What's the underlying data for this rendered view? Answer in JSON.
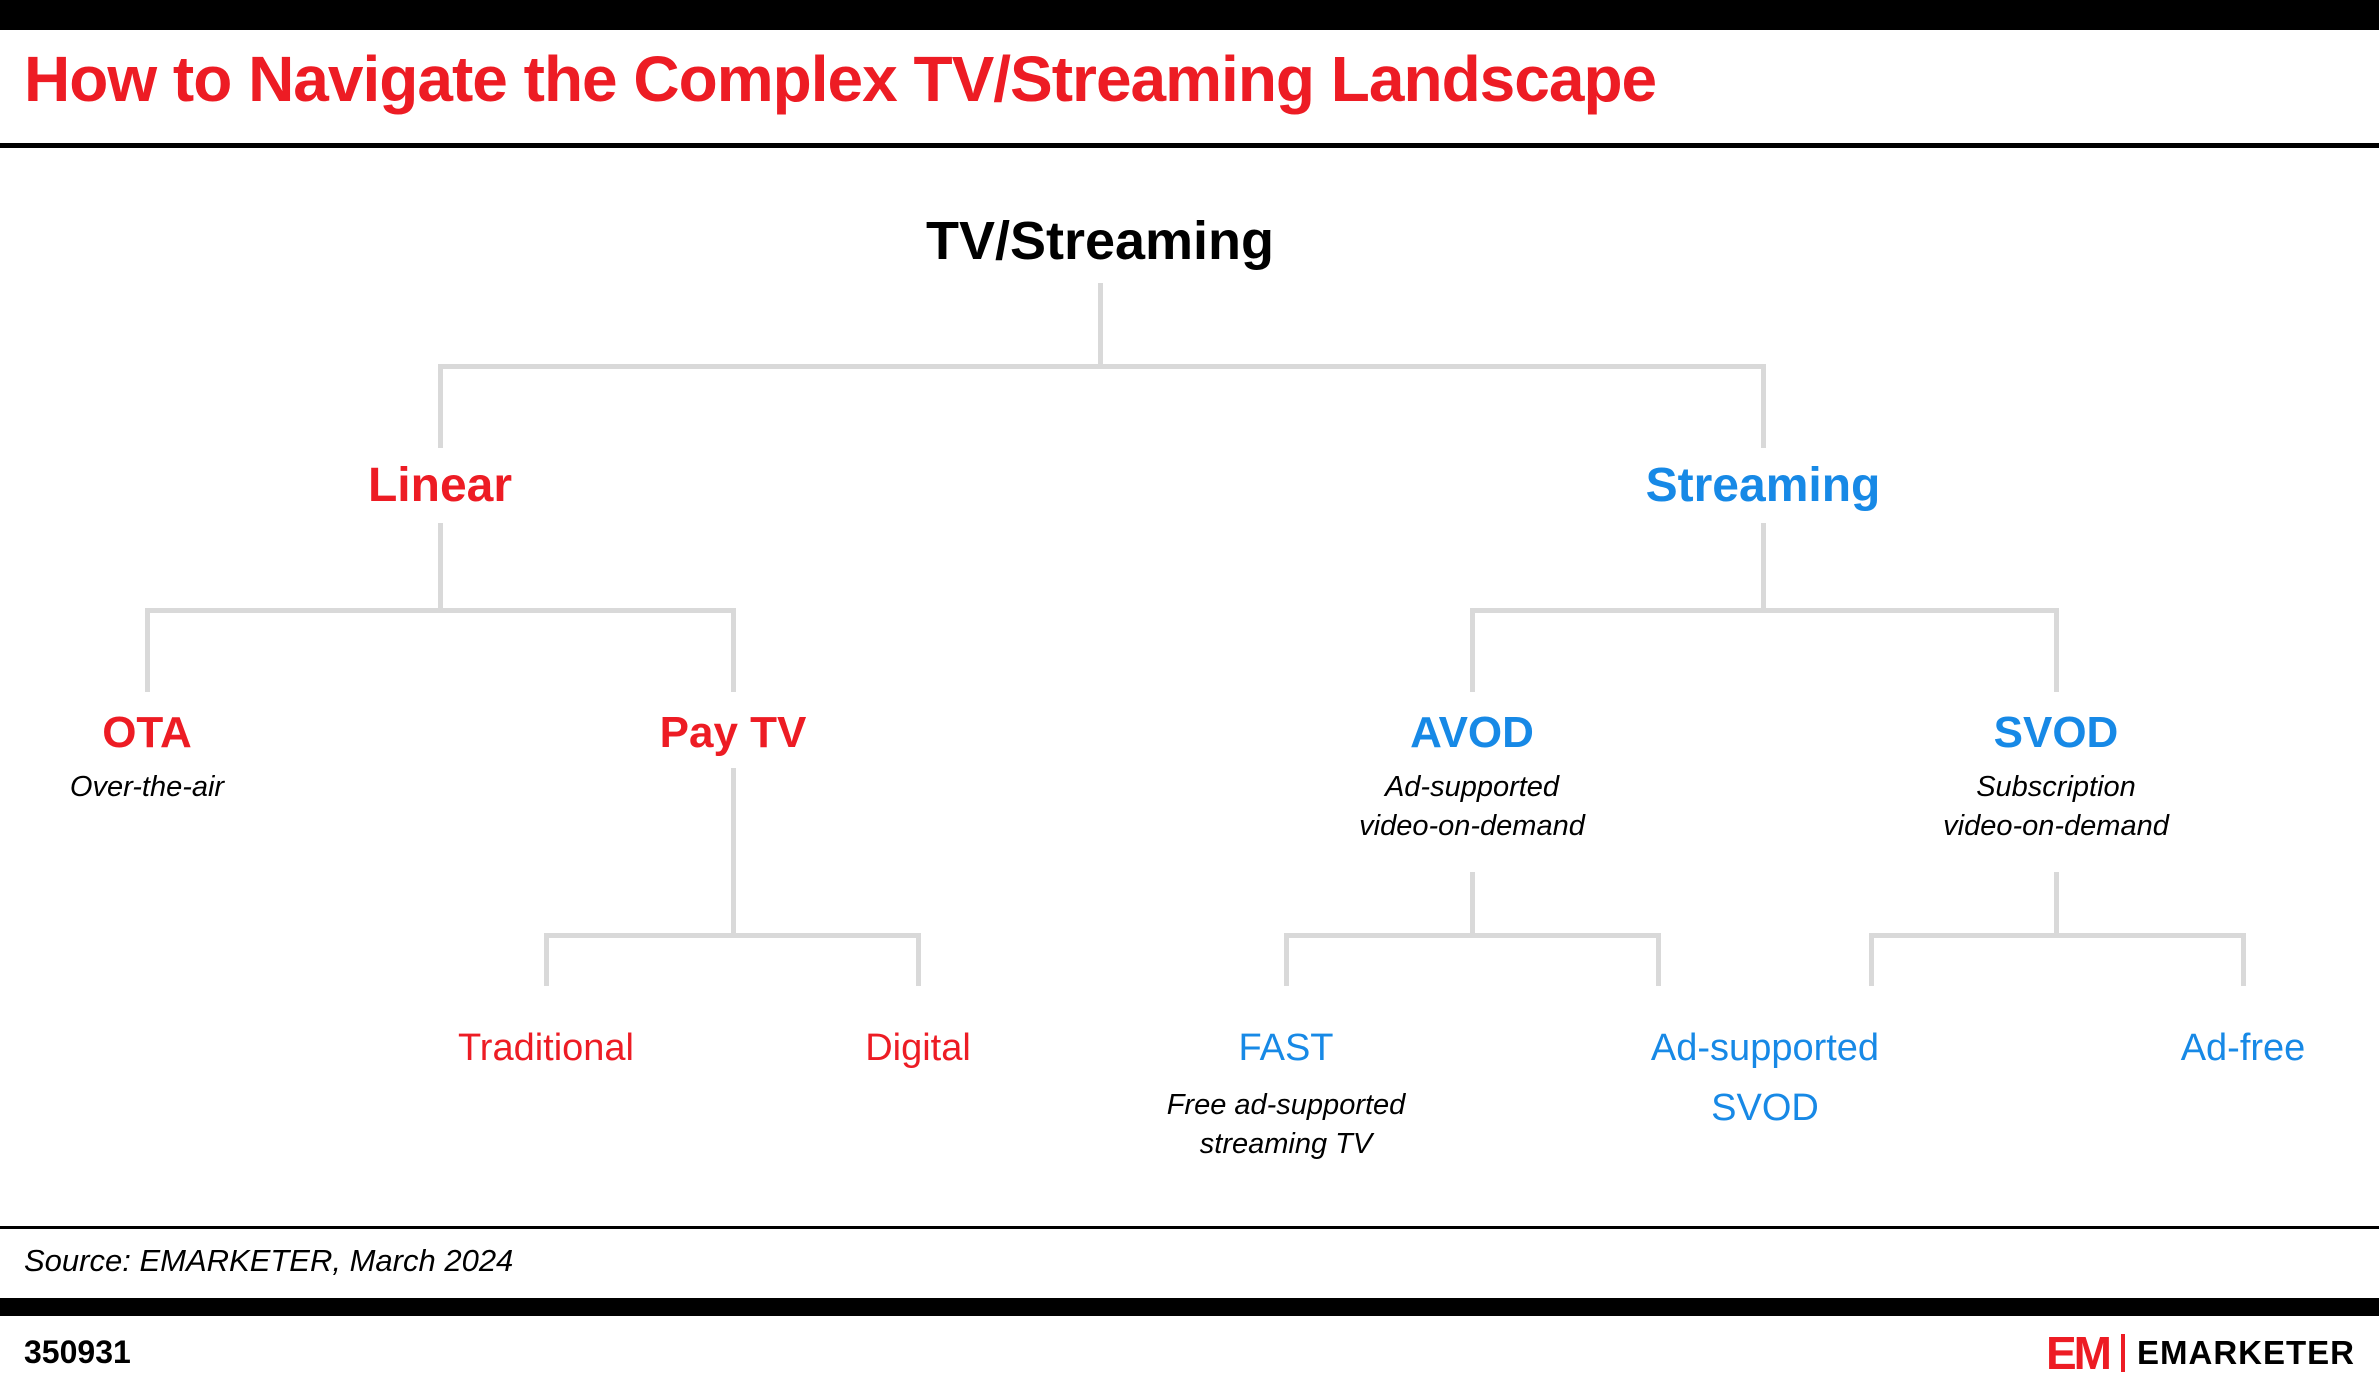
{
  "header": {
    "title": "How to Navigate the Complex TV/Streaming Landscape"
  },
  "colors": {
    "red": "#ed1c24",
    "blue": "#1789e6",
    "line": "#d9d9d9"
  },
  "nodes": {
    "tv_streaming": {
      "label": "TV/Streaming"
    },
    "linear": {
      "label": "Linear"
    },
    "streaming": {
      "label": "Streaming"
    },
    "ota": {
      "label": "OTA",
      "subtitle": "Over-the-air"
    },
    "pay_tv": {
      "label": "Pay TV"
    },
    "traditional": {
      "label": "Traditional"
    },
    "digital": {
      "label": "Digital"
    },
    "avod": {
      "label": "AVOD",
      "subtitle": "Ad-supported\nvideo-on-demand"
    },
    "svod": {
      "label": "SVOD",
      "subtitle": "Subscription\nvideo-on-demand"
    },
    "fast": {
      "label": "FAST",
      "subtitle": "Free ad-supported\nstreaming TV"
    },
    "ad_supported_svod": {
      "label": "Ad-supported\nSVOD"
    },
    "ad_free": {
      "label": "Ad-free"
    }
  },
  "footer": {
    "source": "Source: EMARKETER, March 2024",
    "chart_id": "350931",
    "logo_mark": "EM",
    "logo_name": "EMARKETER"
  }
}
